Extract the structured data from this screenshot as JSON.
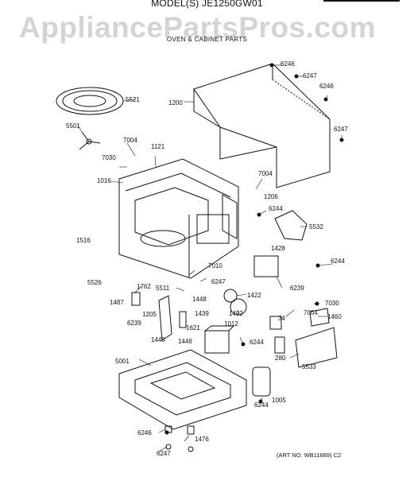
{
  "header": {
    "model_line": "MODEL(S) JE1250GW01"
  },
  "watermark": "AppliancePartsPros.com",
  "section_title": "OVEN & CABINET PARTS",
  "art_number": "(ART NO. WB11689) C2",
  "part_labels": {
    "p6246a": "6246",
    "p6247a": "6247",
    "p6246b": "6246",
    "p1200": "1200",
    "p6247b": "6247",
    "p5521": "5521",
    "p5501": "5501",
    "p7004a": "7004",
    "p1121": "1121",
    "p7030a": "7030",
    "p1016": "1016",
    "p7004b": "7004",
    "p1206": "1206",
    "p6244a": "6244",
    "p5532": "5532",
    "p1516": "1516",
    "p1428": "1428",
    "p6244b": "6244",
    "p5526": "5526",
    "p7010": "7010",
    "p6239a": "6239",
    "p6247c": "6247",
    "p1762": "1762",
    "p5511": "5511",
    "p1448a": "1448",
    "p1422": "1422",
    "p1487": "1487",
    "p1205": "1205",
    "p1439": "1439",
    "p1492": "1492",
    "p6239b": "6239",
    "p1621": "1621",
    "p1012": "1012",
    "p7004c": "7004",
    "p7030b": "7030",
    "p34": "34",
    "p1460": "1460",
    "p1448b": "1448",
    "p1446": "1446",
    "p6244c": "6244",
    "p280": "280",
    "p5001": "5001",
    "p5533": "5533",
    "p6244d": "6244",
    "p1005": "1005",
    "p6246c": "6246",
    "p1476": "1476",
    "p6247d": "6247"
  }
}
